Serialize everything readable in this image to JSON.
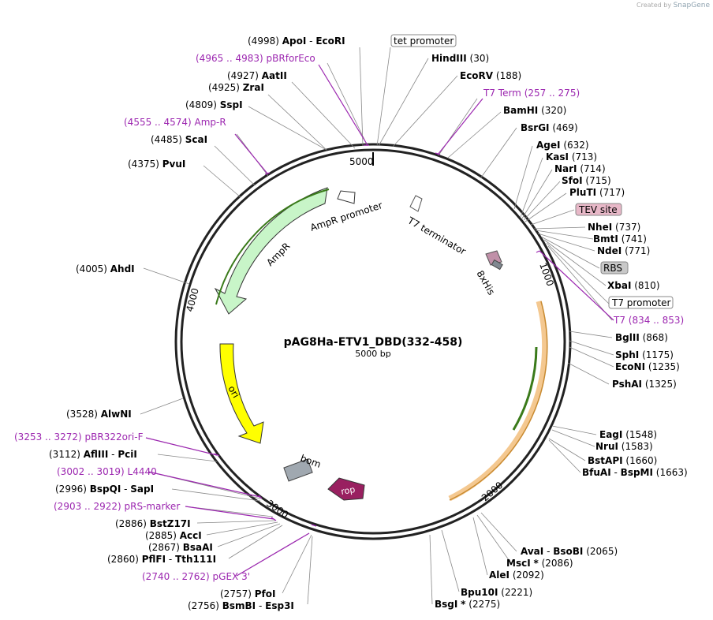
{
  "credit": {
    "prefix": "Created by",
    "brand": "SnapGene"
  },
  "plasmid": {
    "name": "pAG8Ha-ETV1_DBD(332-458)",
    "size_label": "5000 bp"
  },
  "ticks": {
    "t5000": "5000",
    "t1000": "1000",
    "t2000": "2000",
    "t3000": "3000",
    "t4000": "4000"
  },
  "features": {
    "ampr": "AmpR",
    "ampr_promoter": "AmpR promoter",
    "t7_terminator": "T7 terminator",
    "his": "8xHis",
    "ori": "ori",
    "bom": "bom",
    "rop": "rop"
  },
  "colors": {
    "enzyme": "#000000",
    "primer": "#9c27b0",
    "ampr": "#c8f5c8",
    "ori": "#ffff00",
    "rop": "#992060",
    "bom": "#a0a8b0",
    "etv1": "#f4c890"
  },
  "labels": {
    "l1": {
      "pos": "(4998)",
      "name": "ApoI",
      "sep": "-",
      "name2": "EcoRI"
    },
    "l2": {
      "pos": "(4965 .. 4983)",
      "name": "pBRforEco"
    },
    "l3": {
      "pos": "(4927)",
      "name": "AatII"
    },
    "l4": {
      "pos": "(4925)",
      "name": "ZraI"
    },
    "l5": {
      "pos": "(4809)",
      "name": "SspI"
    },
    "l6": {
      "pos": "(4555 .. 4574)",
      "name": "Amp-R"
    },
    "l7": {
      "pos": "(4485)",
      "name": "ScaI"
    },
    "l8": {
      "pos": "(4375)",
      "name": "PvuI"
    },
    "l9": {
      "pos": "(4005)",
      "name": "AhdI"
    },
    "l10": {
      "pos": "(3528)",
      "name": "AlwNI"
    },
    "l11": {
      "pos": "(3253 .. 3272)",
      "name": "pBR322ori-F"
    },
    "l12": {
      "pos": "(3112)",
      "name": "AflIII",
      "sep": "-",
      "name2": "PciI"
    },
    "l13": {
      "pos": "(3002 .. 3019)",
      "name": "L4440"
    },
    "l14": {
      "pos": "(2996)",
      "name": "BspQI",
      "sep": "-",
      "name2": "SapI"
    },
    "l15": {
      "pos": "(2903 .. 2922)",
      "name": "pRS-marker"
    },
    "l16": {
      "pos": "(2886)",
      "name": "BstZ17I"
    },
    "l17": {
      "pos": "(2885)",
      "name": "AccI"
    },
    "l18": {
      "pos": "(2867)",
      "name": "BsaAI"
    },
    "l19": {
      "pos": "(2860)",
      "name": "PflFI",
      "sep": "-",
      "name2": "Tth111I"
    },
    "l20": {
      "pos": "(2740 .. 2762)",
      "name": "pGEX 3'"
    },
    "l21": {
      "pos": "(2757)",
      "name": "PfoI"
    },
    "l22": {
      "pos": "(2756)",
      "name": "BsmBI",
      "sep": "-",
      "name2": "Esp3I"
    },
    "r1": {
      "name": "tet promoter"
    },
    "r2": {
      "name": "HindIII",
      "pos": "(30)"
    },
    "r3": {
      "name": "EcoRV",
      "pos": "(188)"
    },
    "r4": {
      "name": "T7 Term",
      "pos": "(257 .. 275)"
    },
    "r5": {
      "name": "BamHI",
      "pos": "(320)"
    },
    "r6": {
      "name": "BsrGI",
      "pos": "(469)"
    },
    "r7": {
      "name": "AgeI",
      "pos": "(632)"
    },
    "r8": {
      "name": "KasI",
      "pos": "(713)"
    },
    "r9": {
      "name": "NarI",
      "pos": "(714)"
    },
    "r10": {
      "name": "SfoI",
      "pos": "(715)"
    },
    "r11": {
      "name": "PluTI",
      "pos": "(717)"
    },
    "r12": {
      "name": "TEV site"
    },
    "r13": {
      "name": "NheI",
      "pos": "(737)"
    },
    "r14": {
      "name": "BmtI",
      "pos": "(741)"
    },
    "r15": {
      "name": "NdeI",
      "pos": "(771)"
    },
    "r16": {
      "name": "RBS"
    },
    "r17": {
      "name": "XbaI",
      "pos": "(810)"
    },
    "r18": {
      "name": "T7 promoter"
    },
    "r19": {
      "name": "T7",
      "pos": "(834 .. 853)"
    },
    "r20": {
      "name": "BglII",
      "pos": "(868)"
    },
    "r21": {
      "name": "SphI",
      "pos": "(1175)"
    },
    "r22": {
      "name": "EcoNI",
      "pos": "(1235)"
    },
    "r23": {
      "name": "PshAI",
      "pos": "(1325)"
    },
    "r24": {
      "name": "EagI",
      "pos": "(1548)"
    },
    "r25": {
      "name": "NruI",
      "pos": "(1583)"
    },
    "r26": {
      "name": "BstAPI",
      "pos": "(1660)"
    },
    "r27": {
      "name": "BfuAI",
      "sep": "-",
      "name2": "BspMI",
      "pos": "(1663)"
    },
    "r28": {
      "name": "AvaI",
      "sep": "-",
      "name2": "BsoBI",
      "pos": "(2065)"
    },
    "r29": {
      "name": "MscI",
      "star": "*",
      "pos": "(2086)"
    },
    "r30": {
      "name": "AleI",
      "pos": "(2092)"
    },
    "r31": {
      "name": "Bpu10I",
      "pos": "(2221)"
    },
    "r32": {
      "name": "BsgI",
      "star": "*",
      "pos": "(2275)"
    }
  }
}
